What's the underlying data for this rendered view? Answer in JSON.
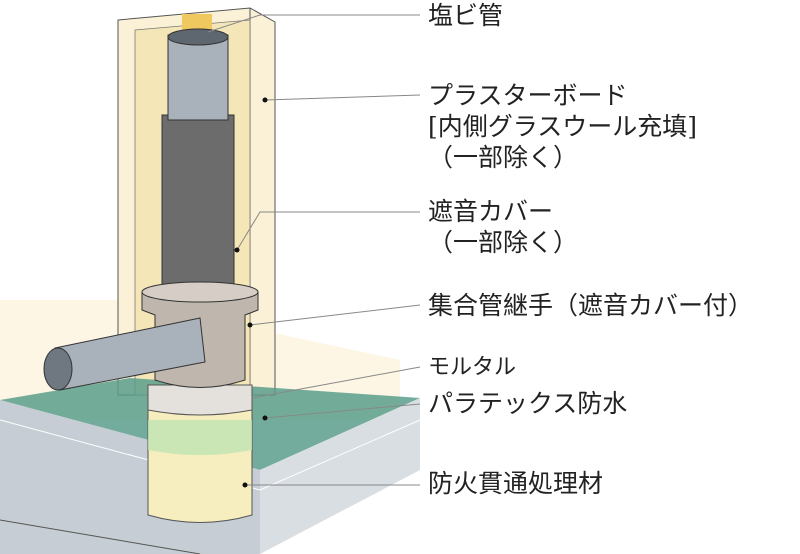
{
  "labels": {
    "pvc_pipe": "塩ビ管",
    "plasterboard_1": "プラスターボード",
    "plasterboard_2": "[内側グラスウール充填]",
    "plasterboard_3": "（一部除く）",
    "sound_cover_1": "遮音カバー",
    "sound_cover_2": "（一部除く）",
    "joint": "集合管継手（遮音カバー付）",
    "mortar": "モルタル",
    "waterproof": "パラテックス防水",
    "fireproof": "防火貫通処理材"
  },
  "colors": {
    "wall": "#fbf1d6",
    "floor_top": "#5a9e8c",
    "floor_side": "#c8cfd6",
    "pipe": "#a9b1bb",
    "cover": "#6c6c6c",
    "fire": "#f7eec0"
  }
}
